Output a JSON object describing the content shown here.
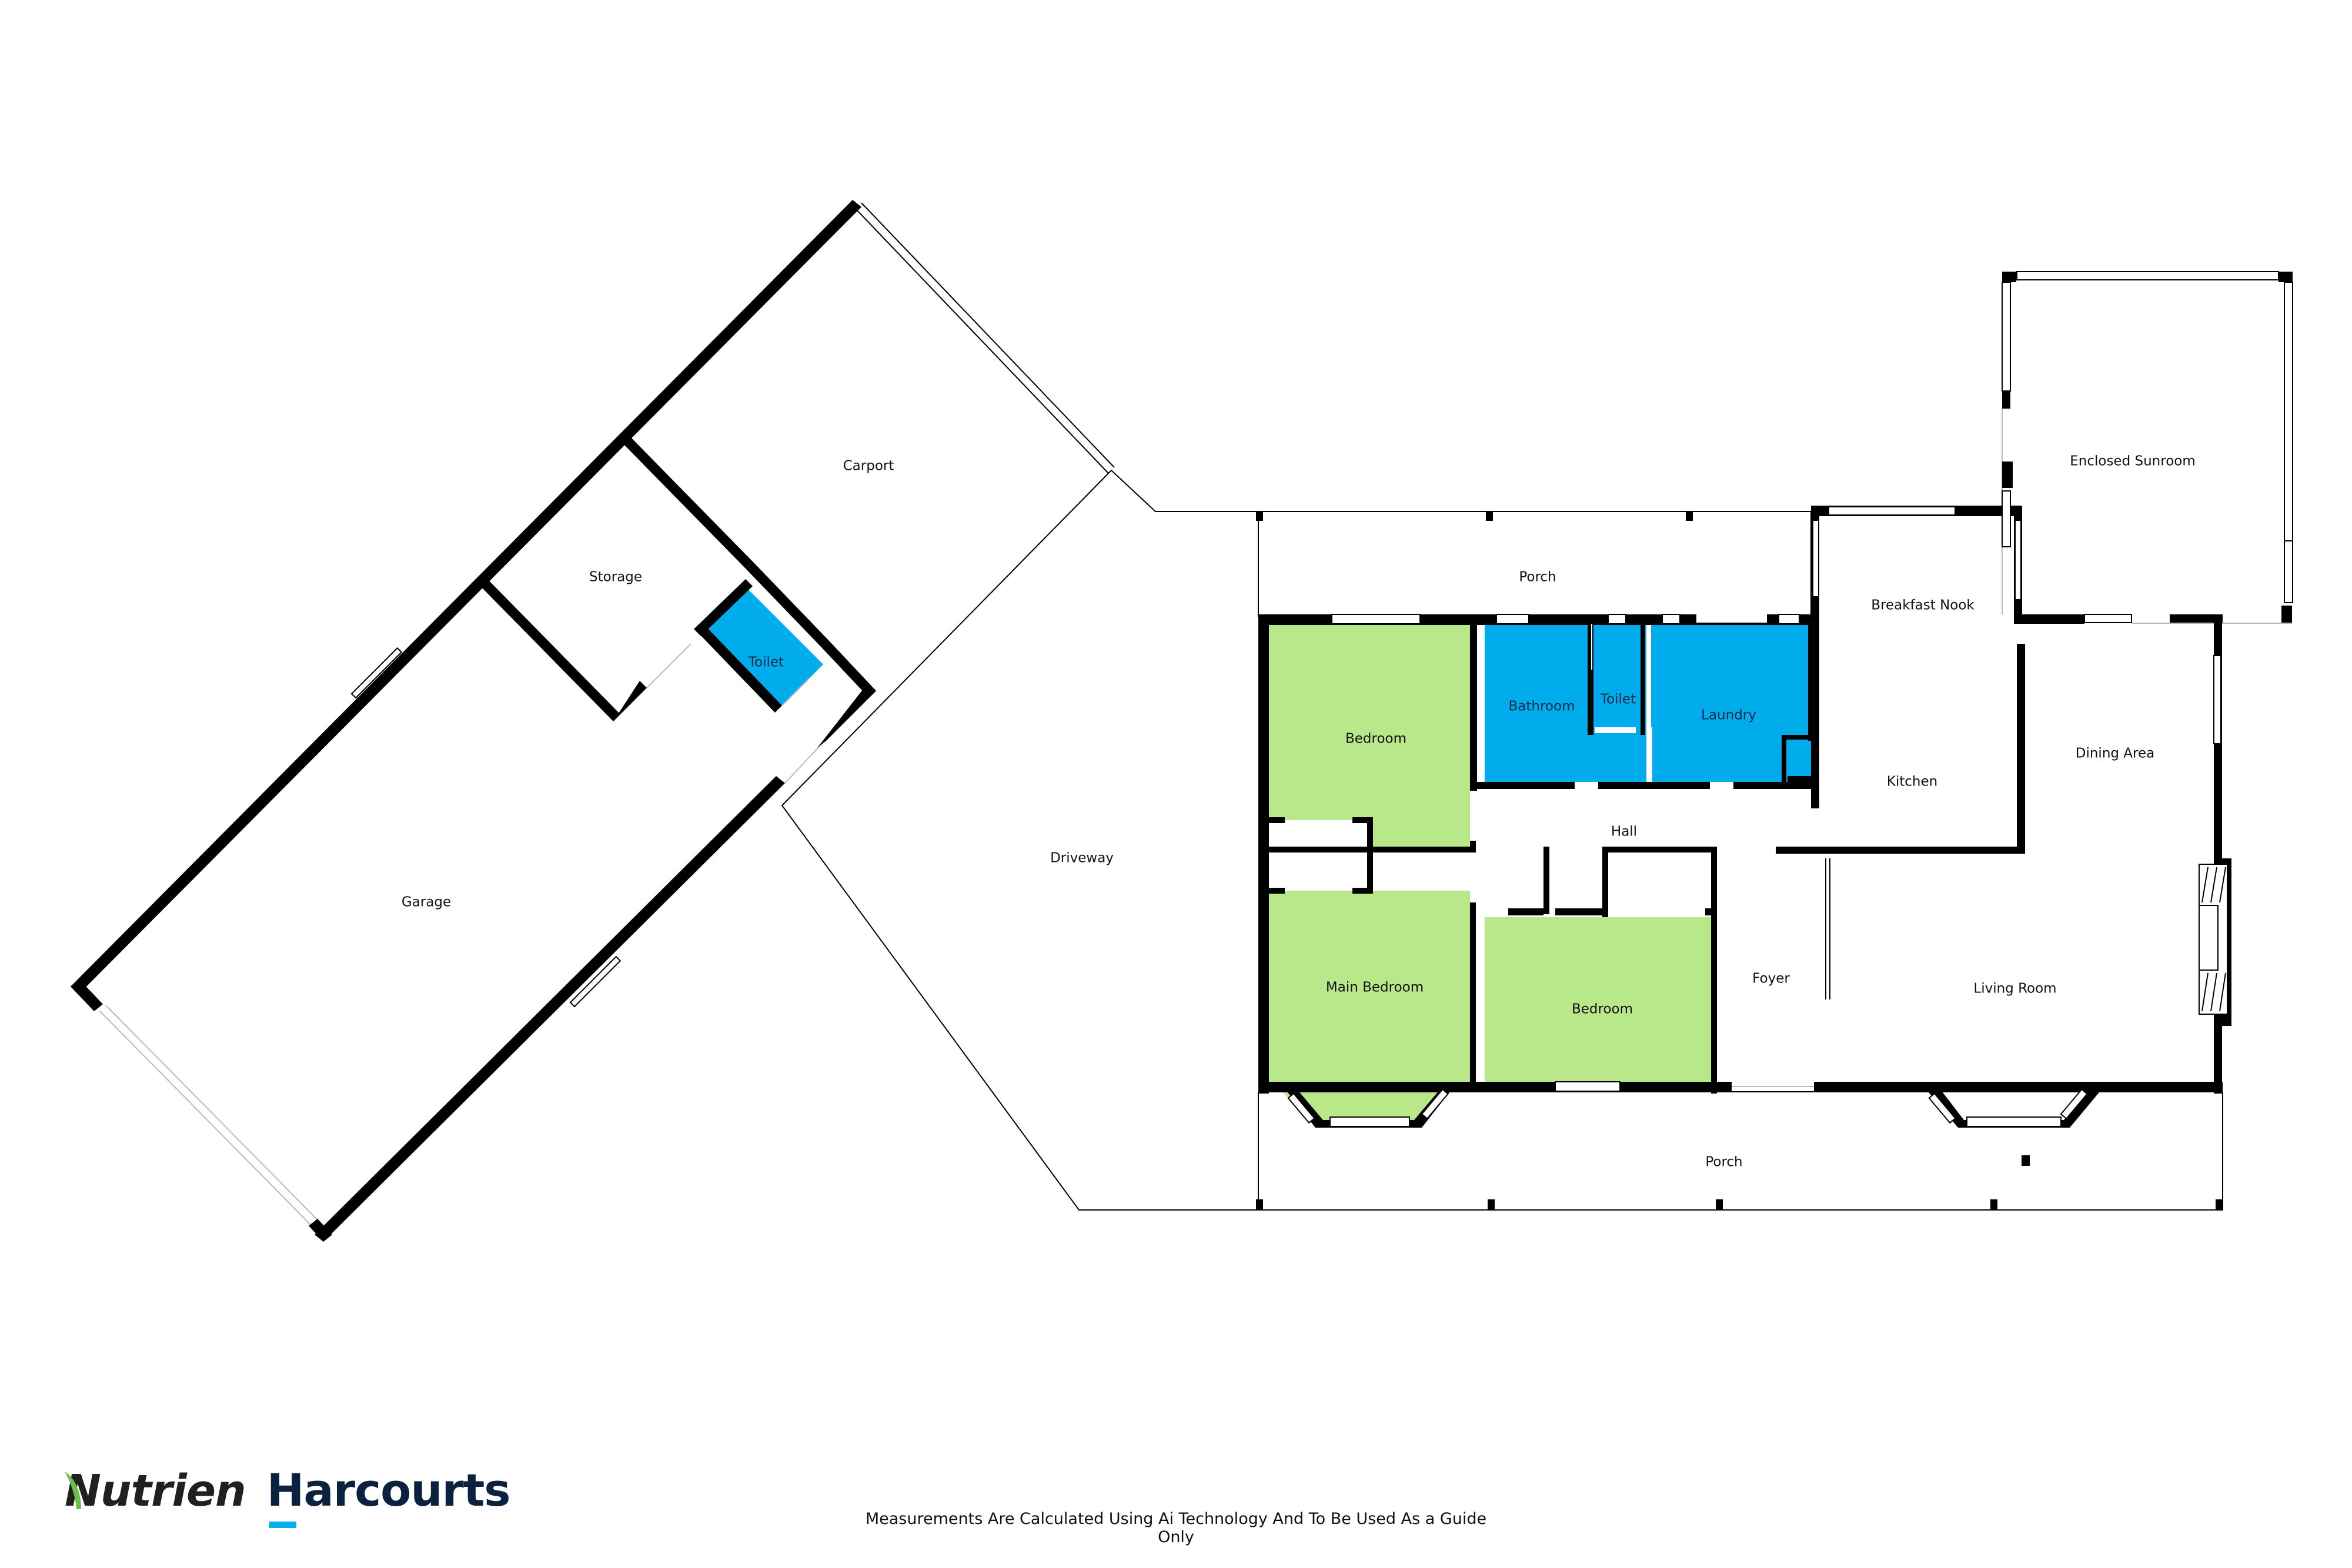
{
  "colors": {
    "bedroom_fill": "#b9e88a",
    "wet_area_fill": "#00aceb",
    "wall": "#000000",
    "background": "#ffffff",
    "nutrien_leaf": "#6cc04a",
    "harcourts_navy": "#0a2240",
    "harcourts_blue": "#00adef"
  },
  "rooms": {
    "carport": "Carport",
    "storage": "Storage",
    "toilet_outbuilding": "Toilet",
    "garage": "Garage",
    "driveway": "Driveway",
    "porch_north": "Porch",
    "bedroom_north": "Bedroom",
    "bathroom": "Bathroom",
    "toilet_house": "Toilet",
    "laundry": "Laundry",
    "breakfast_nook": "Breakfast Nook",
    "kitchen": "Kitchen",
    "enclosed_sunroom": "Enclosed Sunroom",
    "dining_area": "Dining Area",
    "hall": "Hall",
    "main_bedroom": "Main Bedroom",
    "bedroom_south": "Bedroom",
    "foyer": "Foyer",
    "living_room": "Living Room",
    "porch_south": "Porch"
  },
  "branding": {
    "agency_left": "Nutrien",
    "agency_right": "Harcourts"
  },
  "disclaimer": "Measurements Are Calculated Using Ai Technology And To Be Used As a Guide Only"
}
